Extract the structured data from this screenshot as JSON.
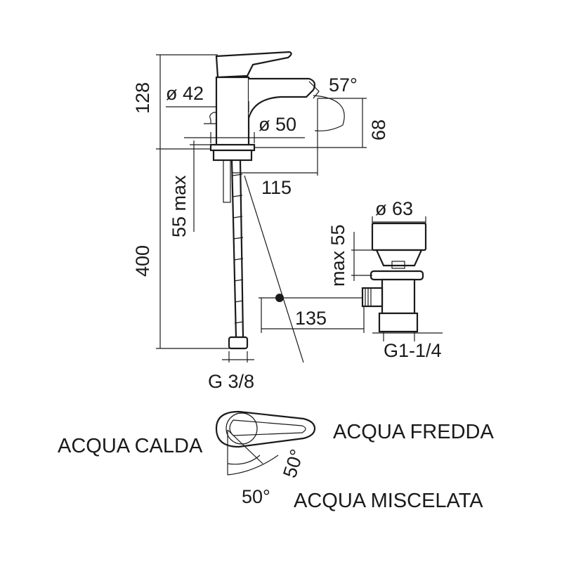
{
  "mixer": {
    "height_above": "128",
    "body_diameter": "ø 42",
    "swivel_angle": "57°",
    "swivel_diameter": "ø 50",
    "spout_height": "68",
    "deck_thickness": "55 max",
    "spout_reach": "115",
    "hose_length": "400",
    "inlet_thread": "G 3/8"
  },
  "waste": {
    "plug_diameter": "ø 63",
    "max_height": "max 55",
    "rod_length": "135",
    "outlet_thread": "G1-1/4"
  },
  "lever": {
    "hot_label": "ACQUA CALDA",
    "cold_label": "ACQUA FREDDA",
    "mixed_label": "ACQUA MISCELATA",
    "angle_left": "50°",
    "angle_right": "50°"
  }
}
